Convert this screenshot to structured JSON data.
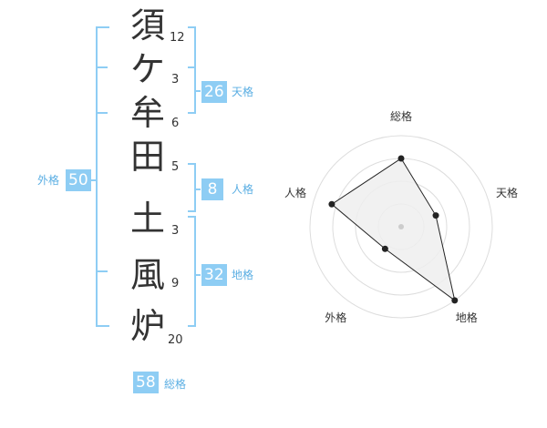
{
  "name": {
    "chars": [
      "須",
      "ケ",
      "牟",
      "田",
      "土",
      "風",
      "炉"
    ],
    "strokes": [
      "12",
      "3",
      "6",
      "5",
      "3",
      "9",
      "20"
    ]
  },
  "kakusu": {
    "tenkaku": {
      "value": "26",
      "label": "天格"
    },
    "jinkaku": {
      "value": "8",
      "label": "人格"
    },
    "chikaku": {
      "value": "32",
      "label": "地格"
    },
    "gaikaku": {
      "value": "50",
      "label": "外格"
    },
    "soukaku": {
      "value": "58",
      "label": "総格"
    }
  },
  "radar": {
    "axes": [
      "総格",
      "天格",
      "地格",
      "外格",
      "人格"
    ],
    "values": [
      0.75,
      0.4,
      1.0,
      0.3,
      0.8
    ],
    "rings": 4,
    "line_color": "#222222",
    "fill_color": "#eeeeee",
    "ring_color": "#dddddd"
  },
  "colors": {
    "accent": "#8ecdf4",
    "bracket": "#8ecdf4",
    "label": "#5aaee3"
  }
}
